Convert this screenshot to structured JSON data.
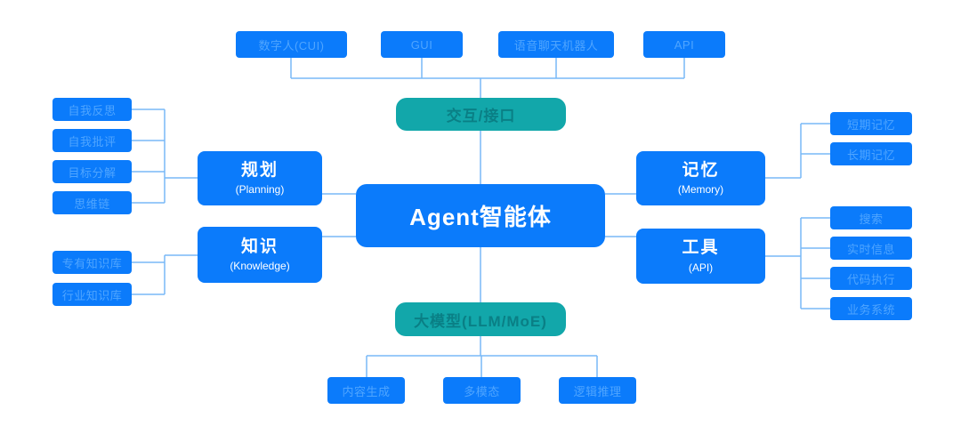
{
  "diagram": {
    "center": {
      "label": "Agent智能体"
    },
    "interaction_layer": {
      "hub": "交互/接口",
      "items": [
        "数字人(CUI)",
        "GUI",
        "语音聊天机器人",
        "API"
      ]
    },
    "planning": {
      "title": "规划",
      "subtitle": "(Planning)",
      "items": [
        "自我反思",
        "自我批评",
        "目标分解",
        "思维链"
      ]
    },
    "knowledge": {
      "title": "知识",
      "subtitle": "(Knowledge)",
      "items": [
        "专有知识库",
        "行业知识库"
      ]
    },
    "memory": {
      "title": "记忆",
      "subtitle": "(Memory)",
      "items": [
        "短期记忆",
        "长期记忆"
      ]
    },
    "tools": {
      "title": "工具",
      "subtitle": "(API)",
      "items": [
        "搜索",
        "实时信息",
        "代码执行",
        "业务系统"
      ]
    },
    "model_layer": {
      "hub": "大模型(LLM/MoE)",
      "items": [
        "内容生成",
        "多模态",
        "逻辑推理"
      ]
    },
    "colors": {
      "node_blue": "#0b7bfb",
      "node_teal": "#12a7aa",
      "connector_line": "#78b9f7",
      "small_box_text": "#4fa5ff",
      "teal_text": "#0a7f85",
      "node_text": "#ffffff"
    }
  }
}
